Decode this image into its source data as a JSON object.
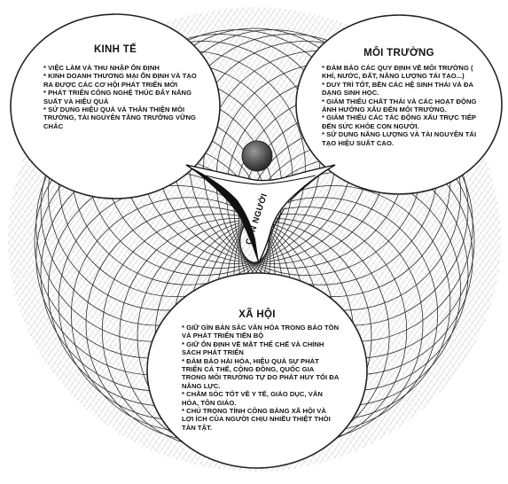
{
  "center": {
    "label": "CON NGƯỜI"
  },
  "circles": {
    "economy": {
      "title": "KINH TẾ",
      "items": [
        "* VIỆC LÀM VÀ THU NHẬP ỔN ĐỊNH",
        "* KINH DOANH THƯƠNG MẠI ỔN ĐỊNH VÀ TẠO RA ĐƯỢC CÁC CƠ HỘI PHÁT TRIỂN MỚI",
        "* PHÁT TRIỂN CÔNG NGHỆ THÚC ĐẨY NĂNG SUẤT VÀ HIỆU QUẢ",
        "* SỬ DỤNG HIỆU QUẢ VÀ THÂN THIỆN MÔI TRƯỜNG, TÀI NGUYÊN TĂNG TRƯỞNG VỮNG CHẮC"
      ]
    },
    "environment": {
      "title": "MÔI TRƯỜNG",
      "items": [
        "* ĐẢM BẢO CÁC QUY ĐỊNH VỀ MÔI TRƯỜNG ( KHÍ, NƯỚC, ĐẤT, NĂNG LƯỢNG TÁI TẠO...)",
        "* DUY TRÌ TỐT, BỀN CÁC HỆ SINH THÁI VÀ ĐA DẠNG SINH HỌC.",
        "* GIẢM THIỂU CHẤT THẢI VÀ CÁC HOẠT ĐỘNG ẢNH HƯỞNG XẤU ĐẾN MÔI TRƯỜNG.",
        "* GIẢM THIỂU CÁC TÁC ĐỘNG XẤU TRỰC TIẾP ĐẾN SỨC KHỎE CON NGƯỜI.",
        "* SỬ DỤNG NĂNG LƯỢNG VÀ TÀI NGUYÊN TÁI TẠO HIỆU SUẤT CAO."
      ]
    },
    "society": {
      "title": "XÃ HỘI",
      "items": [
        "* GIỮ GÌN BẢN SẮC VĂN HÓA TRONG BẢO TỒN VÀ PHÁT TRIỂN TIẾN BỘ",
        "* GIỮ ỔN ĐỊNH VỀ MẶT THỂ CHẾ VÀ CHÍNH SÁCH PHÁT TRIỂN",
        "* ĐẢM BẢO HÀI HÒA, HIỆU QUẢ SỰ PHÁT TRIỂN CÁ THỂ, CỘNG ĐỒNG, QUỐC GIA TRONG MÔI TRƯỜNG TỰ DO PHÁT HUY TỐI ĐA NĂNG LỰC.",
        "* CHĂM SÓC TỐT VỀ Y TẾ, GIÁO DỤC, VĂN HÓA, TÔN GIÁO.",
        "* CHÚ TRỌNG TÍNH CÔNG BẰNG XÃ HỘI VÀ LỢI ÍCH CỦA NGƯỜI CHỊU NHIỀU THIỆT THÒI TÀN TẬT."
      ]
    }
  }
}
